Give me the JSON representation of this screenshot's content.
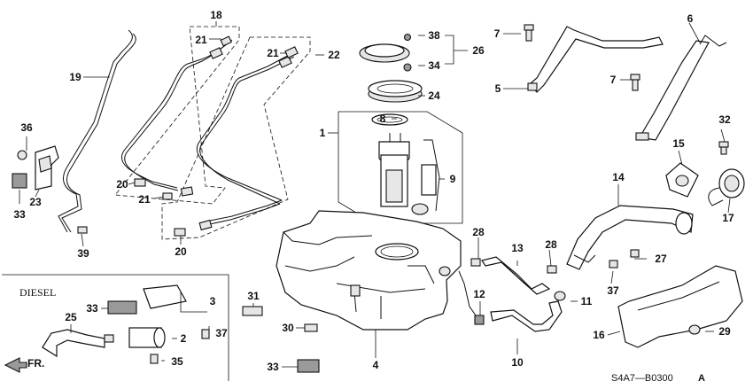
{
  "diagram": {
    "section_label": "DIESEL",
    "direction_label": "FR.",
    "code": "S4A7—B0300",
    "code_suffix": "A"
  },
  "labels": {
    "l1": "1",
    "l2": "2",
    "l3": "3",
    "l4": "4",
    "l5": "5",
    "l6": "6",
    "l7a": "7",
    "l7b": "7",
    "l8": "8",
    "l9": "9",
    "l10": "10",
    "l11": "11",
    "l12": "12",
    "l13": "13",
    "l14": "14",
    "l15": "15",
    "l16": "16",
    "l17": "17",
    "l18": "18",
    "l19": "19",
    "l20a": "20",
    "l20b": "20",
    "l21a": "21",
    "l21b": "21",
    "l21c": "21",
    "l22": "22",
    "l23": "23",
    "l24": "24",
    "l25": "25",
    "l26": "26",
    "l27": "27",
    "l28a": "28",
    "l28b": "28",
    "l29": "29",
    "l30": "30",
    "l31": "31",
    "l32": "32",
    "l33a": "33",
    "l33b": "33",
    "l33c": "33",
    "l34": "34",
    "l35": "35",
    "l36": "36",
    "l37a": "37",
    "l37b": "37",
    "l38": "38",
    "l39": "39"
  },
  "colors": {
    "ink": "#111111",
    "part_fill": "#e6e6e6",
    "dark_fill": "#9a9a9a"
  }
}
